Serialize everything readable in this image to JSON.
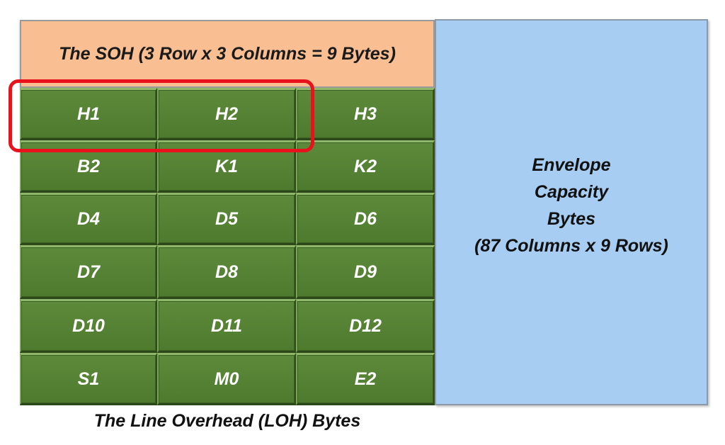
{
  "soh_header": "The SOH (3 Row x 3 Columns = 9 Bytes)",
  "rows": [
    [
      "H1",
      "H2",
      "H3"
    ],
    [
      "B2",
      "K1",
      "K2"
    ],
    [
      "D4",
      "D5",
      "D6"
    ],
    [
      "D7",
      "D8",
      "D9"
    ],
    [
      "D10",
      "D11",
      "D12"
    ],
    [
      "S1",
      "M0",
      "E2"
    ]
  ],
  "envelope": {
    "lines": [
      "Envelope",
      "Capacity",
      "Bytes",
      "(87 Columns x 9 Rows)"
    ]
  },
  "caption": "The Line Overhead (LOH) Bytes",
  "colors": {
    "soh_fill": "#f9be92",
    "cell_fill": "#5d8a3a",
    "envelope_fill": "#a7cdf2",
    "highlight": "#e8121c"
  }
}
